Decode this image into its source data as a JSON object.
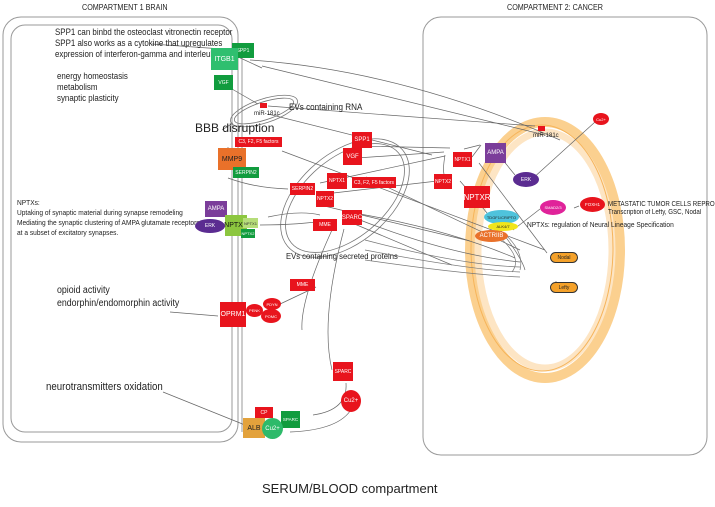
{
  "titles": {
    "compartment1": "COMPARTMENT 1 BRAIN",
    "compartment2": "COMPARTMENT 2: CANCER",
    "serum": "SERUM/BLOOD compartment"
  },
  "brain_notes": {
    "spp1_line1": "SPP1 can binbd the osteoclast vitronectin receptor",
    "spp1_line2": "SPP1 also works as a cytokine that upregulates",
    "spp1_line3": "expression of interferon-gamma and interleukin-12",
    "vgf_line1": "energy homeostasis",
    "vgf_line2": "metabolism",
    "vgf_line3": "synaptic plasticity",
    "nptx_line1": "NPTXs:",
    "nptx_line2": "Uptaking of synaptic material during synapse remodeling",
    "nptx_line3": "Mediating the synaptic clustering of AMPA glutamate receptors",
    "nptx_line4": "at a subset of excitatory synapses.",
    "oprm_line1": "opioid activity",
    "oprm_line2": "endorphin/endomorphin activity",
    "alb_line1": "neurotransmitters oxidation"
  },
  "labels": {
    "evs_rna": "EVs containing RNA",
    "bbb": "BBB disruption",
    "evs_proteins": "EVs containing secreted proteins",
    "metastatic_title": "METASTATIC TUMOR CELLS REPRO",
    "metastatic_sub": "Transcription of Lefty, GSC, Nodal",
    "nptx_regulation": "NPTXs: regulation of Neural Lineage Specification",
    "cu_ring": "Cu2+"
  },
  "nodes": {
    "spp1_brain": "SPP1",
    "itgb1": "ITGB1",
    "vgf_brain": "VGF",
    "mir_brain": "miR-181c",
    "c3_brain": "C3, F2, F5 factors",
    "mmp9": "MMP9",
    "serpin2_brain": "SERPIN2",
    "ampa_brain": "AMPA",
    "erk_brain": "ERK",
    "nptxr_brain": "NPTXR",
    "nptx1_brain": "NPTX1",
    "nptx2_brain": "NPTX2",
    "oprm1": "OPRM1",
    "penk": "PENK",
    "pdyn": "PDYN",
    "pomc": "POMC",
    "spp1_ev": "SPP1",
    "vgf_ev": "VGF",
    "c3_ev": "C3, F2, F5 factors",
    "serpin2_ev": "SERPIN2",
    "nptx1_ev": "NPTX1",
    "nptx2_ev": "NPTX2",
    "sparc_ev": "SPARC",
    "mme_ev": "MME",
    "mme_free": "MME",
    "sparc_free": "SPARC",
    "cu_free": "Cu2+",
    "cp": "CP",
    "alb": "ALB",
    "sparc_serum": "SPARC",
    "cu_serum": "Cu2+",
    "ampa_cancer": "AMPA",
    "mir_cancer": "miR-181c",
    "cu_cancer": "Cu2+",
    "nptx1_cancer": "NPTX1",
    "nptx2_cancer": "NPTX2",
    "nptxr_cancer": "NPTXR",
    "erk_cancer": "ERK",
    "smad": "SMAD2/3",
    "foxh1": "FOXH1",
    "tdgf1": "TDGF1/CRIPTO",
    "alk": "ALK4/7",
    "actriib": "ACTRIIB",
    "nodal": "Nodal",
    "lefty": "Lefty"
  },
  "colors": {
    "red": "#e8141d",
    "dark_green": "#119c3e",
    "light_green": "#2fbf6f",
    "purple": "#7b3d9a",
    "orange": "#e9712a",
    "lime": "#8cc63f",
    "magenta": "#e0239a",
    "cyan": "#4fc3dc",
    "yellow": "#f1e51b",
    "gold": "#e3a23c",
    "cell_ring": "#fbd08f"
  }
}
